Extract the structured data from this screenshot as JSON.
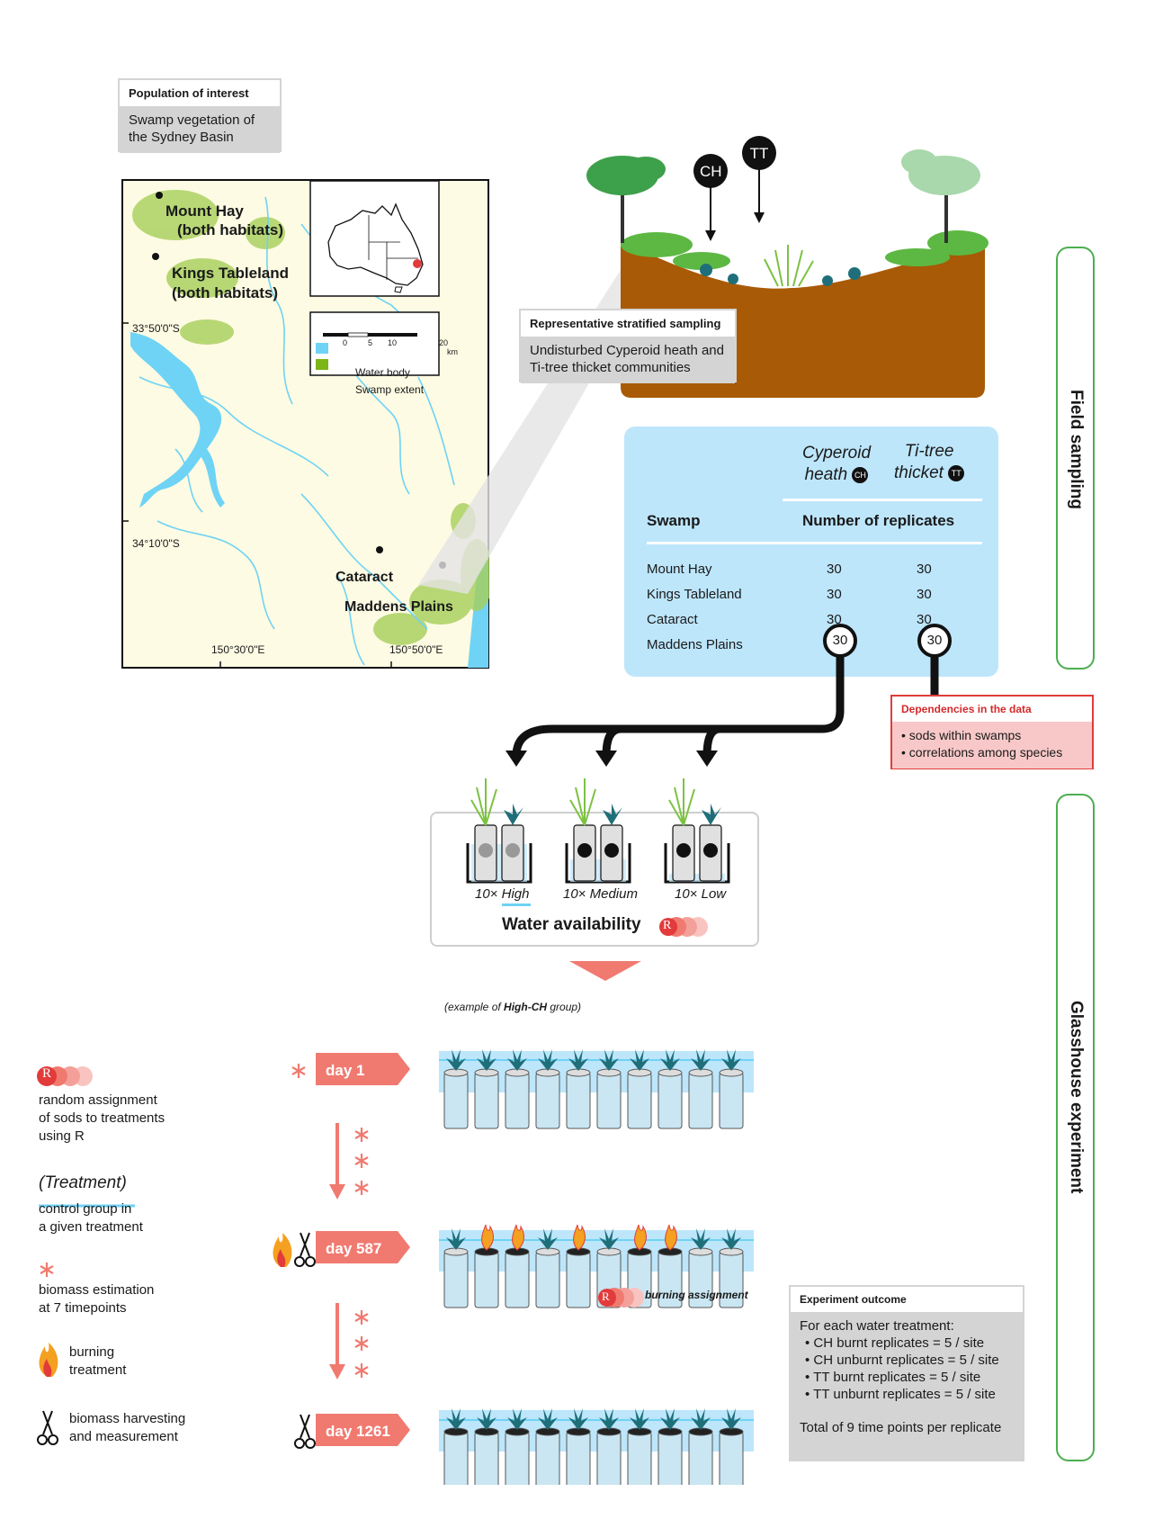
{
  "population": {
    "title": "Population of interest",
    "body": [
      "Swamp vegetation of",
      "the Sydney Basin"
    ]
  },
  "map": {
    "sites": [
      "Mount Hay",
      "(both habitats)",
      "Kings Tableland",
      "(both habitats)",
      "Cataract",
      "Maddens Plains"
    ],
    "lat_labels": [
      "33°50'0\"S",
      "34°10'0\"S"
    ],
    "lon_labels": [
      "150°30'0\"E",
      "150°50'0\"E"
    ],
    "scale": {
      "ticks": [
        "0",
        "5",
        "10",
        "20"
      ],
      "unit": "km"
    },
    "legend": [
      "Water body",
      "Swamp extent"
    ],
    "colors": {
      "water": "#6fd3f5",
      "swamp": "#7cb518",
      "land": "#fdfbe3"
    }
  },
  "sampling": {
    "title": "Representative stratified sampling",
    "body": [
      "Undisturbed Cyperoid heath and",
      "Ti-tree thicket communities"
    ],
    "badges": [
      "CH",
      "TT"
    ]
  },
  "table": {
    "col_headers": [
      [
        "Cyperoid",
        "heath"
      ],
      [
        "Ti-tree",
        "thicket"
      ]
    ],
    "badges": [
      "CH",
      "TT"
    ],
    "swamp_header": "Swamp",
    "replicates_header": "Number of replicates",
    "rows": [
      {
        "name": "Mount Hay",
        "ch": "30",
        "tt": "30"
      },
      {
        "name": "Kings Tableland",
        "ch": "30",
        "tt": "30"
      },
      {
        "name": "Cataract",
        "ch": "30",
        "tt": "30"
      },
      {
        "name": "Maddens Plains",
        "ch": "30",
        "tt": "30"
      }
    ]
  },
  "dependencies": {
    "title": "Dependencies in the data",
    "items": [
      "• sods within swamps",
      "• correlations among species"
    ]
  },
  "sidebars": {
    "field": "Field sampling",
    "glasshouse": "Glasshouse experiment"
  },
  "water": {
    "groups": [
      "10× High",
      "10× Medium",
      "10× Low"
    ],
    "title": "Water availability",
    "r_badge": "R"
  },
  "timeline": {
    "example_note": [
      "(example of ",
      "High-CH",
      " group)"
    ],
    "days": [
      "day 1",
      "day 587",
      "day 1261"
    ],
    "burning_assignment": "burning assignment"
  },
  "legend": {
    "random": [
      "random assignment",
      "of sods to treatments",
      "using R"
    ],
    "treatment_title": "(Treatment)",
    "treatment_body": [
      "control group in",
      "a given treatment"
    ],
    "biomass": [
      "biomass estimation",
      "at 7 timepoints"
    ],
    "burning": [
      "burning",
      "treatment"
    ],
    "harvest": [
      "biomass harvesting",
      "and measurement"
    ]
  },
  "outcome": {
    "title": "Experiment outcome",
    "intro": "For each water treatment:",
    "items": [
      "CH burnt replicates = 5 / site",
      "CH unburnt replicates = 5 / site",
      "TT burnt replicates = 5 / site",
      "TT unburnt replicates = 5 / site"
    ],
    "total": "Total of 9 time points per replicate"
  },
  "colors": {
    "salmon": "#f07a70",
    "green_border": "#4caf50",
    "red": "#e23b3b",
    "blue_box": "#bde6fb",
    "soil": "#a85a06"
  }
}
